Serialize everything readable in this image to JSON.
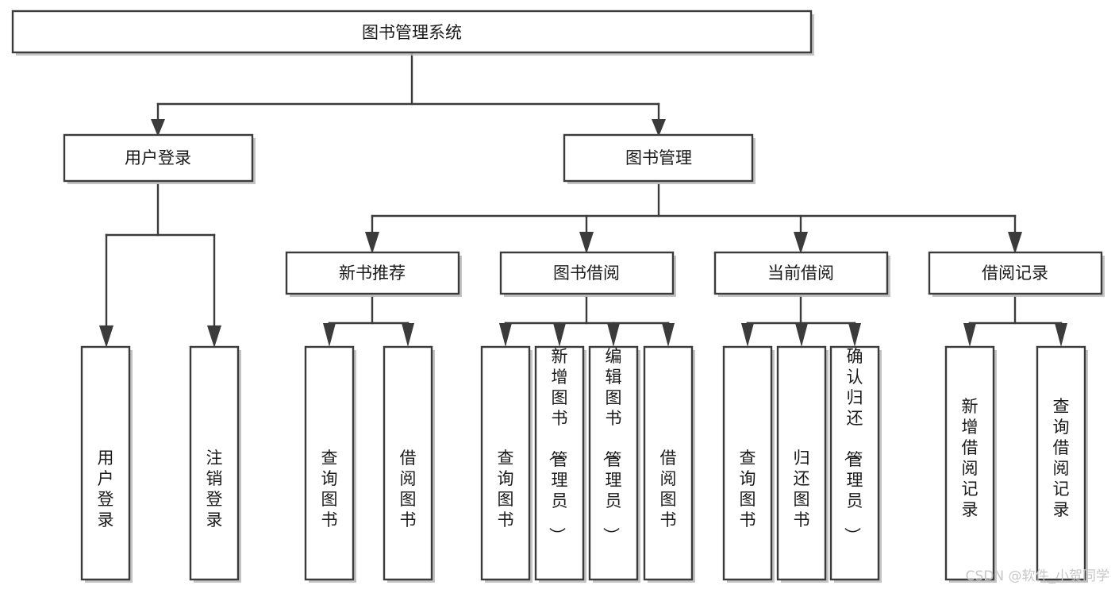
{
  "diagram": {
    "title": "图书管理系统",
    "type": "tree",
    "orientation": "top-down",
    "background_color": "#ffffff",
    "box_stroke_color": "#3b3b3b",
    "box_fill_color": "#ffffff",
    "label_color": "#1a1a1a",
    "root": {
      "id": "root",
      "label": "图书管理系统"
    },
    "level1": [
      {
        "id": "user-login",
        "label": "用户登录"
      },
      {
        "id": "book-manage",
        "label": "图书管理"
      }
    ],
    "level2": [
      {
        "id": "new-book-recommend",
        "label": "新书推荐",
        "parent": "book-manage"
      },
      {
        "id": "book-borrow",
        "label": "图书借阅",
        "parent": "book-manage"
      },
      {
        "id": "current-borrow",
        "label": "当前借阅",
        "parent": "book-manage"
      },
      {
        "id": "borrow-record",
        "label": "借阅记录",
        "parent": "book-manage"
      }
    ],
    "leaves": {
      "user-login": [
        {
          "id": "leaf-user-login",
          "label": "用户登录"
        },
        {
          "id": "leaf-logout",
          "label": "注销登录"
        }
      ],
      "new-book-recommend": [
        {
          "id": "leaf-query-book-1",
          "label": "查询图书"
        },
        {
          "id": "leaf-borrow-book-1",
          "label": "借阅图书"
        }
      ],
      "book-borrow": [
        {
          "id": "leaf-query-book-2",
          "label": "查询图书"
        },
        {
          "id": "leaf-add-book",
          "label": "新增图书（管理员）"
        },
        {
          "id": "leaf-edit-book",
          "label": "编辑图书（管理员）"
        },
        {
          "id": "leaf-borrow-book-2",
          "label": "借阅图书"
        }
      ],
      "current-borrow": [
        {
          "id": "leaf-query-book-3",
          "label": "查询图书"
        },
        {
          "id": "leaf-return-book",
          "label": "归还图书"
        },
        {
          "id": "leaf-confirm-return",
          "label": "确认归还（管理员）"
        }
      ],
      "borrow-record": [
        {
          "id": "leaf-add-record",
          "label": "新增借阅记录"
        },
        {
          "id": "leaf-query-record",
          "label": "查询借阅记录"
        }
      ]
    }
  },
  "watermark": {
    "text": "CSDN @软件_小贺同学",
    "color": "#c7c7c7"
  }
}
